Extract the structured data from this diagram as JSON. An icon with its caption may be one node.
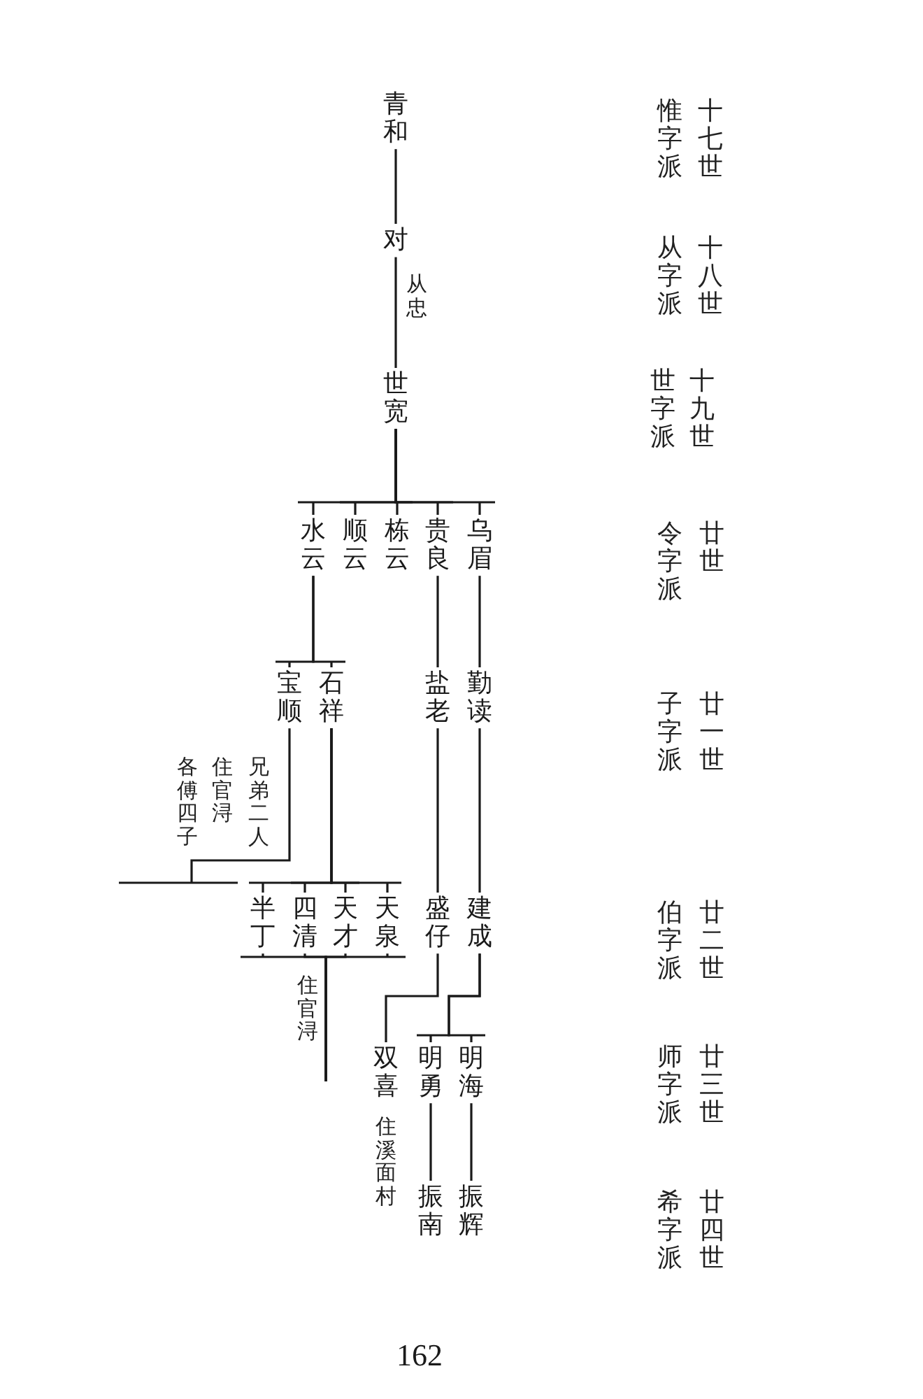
{
  "diagram": {
    "nodes": [
      {
        "text": [
          "青和"
        ]
      },
      {
        "text": [
          "对"
        ],
        "beside": [
          "从忠"
        ]
      },
      {
        "text": [
          "世宽"
        ]
      },
      {
        "text": [
          "水云"
        ]
      },
      {
        "text": [
          "顺云"
        ]
      },
      {
        "text": [
          "栋云"
        ]
      },
      {
        "text": [
          "贵良"
        ]
      },
      {
        "text": [
          "乌眉"
        ]
      },
      {
        "text": [
          "宝顺"
        ]
      },
      {
        "text": [
          "石祥"
        ]
      },
      {
        "text": [
          "盐老"
        ]
      },
      {
        "text": [
          "勤读"
        ]
      },
      {
        "text": [
          "半丁"
        ]
      },
      {
        "text": [
          "四清"
        ]
      },
      {
        "text": [
          "天才"
        ]
      },
      {
        "text": [
          "天泉"
        ]
      },
      {
        "text": [
          "盛仔"
        ]
      },
      {
        "text": [
          "建成"
        ]
      },
      {
        "text": [
          "双喜"
        ],
        "beside": [
          "住溪面村"
        ]
      },
      {
        "text": [
          "明勇"
        ]
      },
      {
        "text": [
          "明海"
        ]
      },
      {
        "text": [
          "振南"
        ]
      },
      {
        "text": [
          "振辉"
        ]
      }
    ],
    "edges": [
      {
        "from": 0,
        "to": 1,
        "arrow": "none"
      },
      {
        "from": 1,
        "to": 2,
        "arrow": "none"
      },
      {
        "from": 2,
        "to": 3,
        "arrow": "none"
      },
      {
        "from": 2,
        "to": 4,
        "arrow": "none"
      },
      {
        "from": 2,
        "to": 5,
        "arrow": "none"
      },
      {
        "from": 2,
        "to": 6,
        "arrow": "none"
      },
      {
        "from": 2,
        "to": 7,
        "arrow": "none"
      },
      {
        "from": 3,
        "to": 8,
        "arrow": "none"
      },
      {
        "from": 3,
        "to": 9,
        "arrow": "none"
      },
      {
        "from": 6,
        "to": 10,
        "arrow": "none"
      },
      {
        "from": 7,
        "to": 11,
        "arrow": "none"
      },
      {
        "from": 8,
        "to": null,
        "arrow": "none"
      },
      {
        "from": 9,
        "to": 12,
        "arrow": "none"
      },
      {
        "from": 9,
        "to": 13,
        "arrow": "none"
      },
      {
        "from": 9,
        "to": 14,
        "arrow": "none"
      },
      {
        "from": 9,
        "to": 15,
        "arrow": "none"
      },
      {
        "from": 10,
        "to": 16,
        "arrow": "none"
      },
      {
        "from": 11,
        "to": 17,
        "arrow": "none"
      },
      {
        "from": 12,
        "to": null,
        "arrow": "none"
      },
      {
        "from": 13,
        "to": null,
        "arrow": "none"
      },
      {
        "from": 14,
        "to": null,
        "arrow": "none"
      },
      {
        "from": 15,
        "to": null,
        "arrow": "none"
      },
      {
        "from": 16,
        "to": 18,
        "arrow": "none"
      },
      {
        "from": 17,
        "to": 19,
        "arrow": "none"
      },
      {
        "from": 17,
        "to": 20,
        "arrow": "none"
      },
      {
        "from": 19,
        "to": 21,
        "arrow": "none"
      },
      {
        "from": 20,
        "to": 22,
        "arrow": "none"
      }
    ],
    "labels": [
      "十七世",
      "惟字派",
      "十八世",
      "从字派",
      "十九世",
      "世字派",
      "廿世",
      "令字派",
      "廿一世",
      "子字派",
      "兄弟二人",
      "住官浔",
      "各傅四子",
      "廿二世",
      "伯字派",
      "住官浔",
      "廿三世",
      "师字派",
      "廿四世",
      "希字派",
      "162"
    ]
  }
}
